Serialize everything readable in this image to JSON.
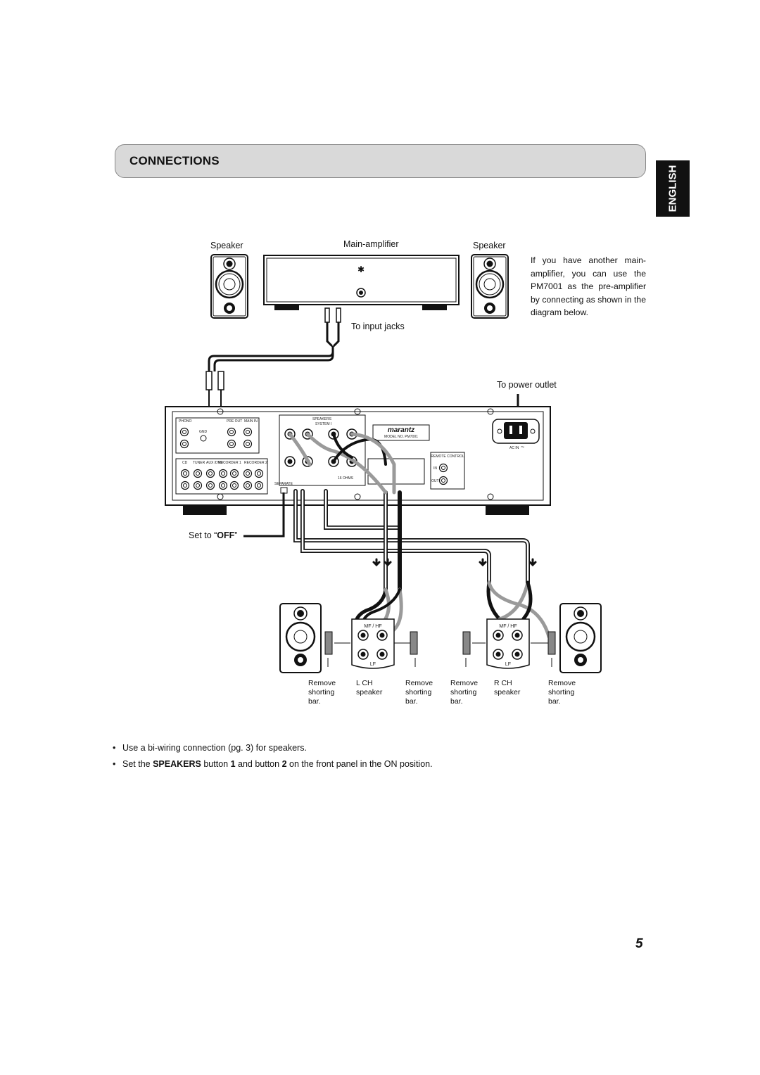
{
  "header": {
    "title": "CONNECTIONS",
    "language_tab": "ENGLISH"
  },
  "diagram": {
    "speaker_left_label": "Speaker",
    "main_amp_label": "Main-amplifier",
    "speaker_right_label": "Speaker",
    "input_jacks_label": "To input jacks",
    "power_outlet_label": "To power outlet",
    "set_to_prefix": "Set to “",
    "set_to_value": "OFF",
    "set_to_suffix": "”",
    "rear_panel": {
      "brand": "marantz",
      "model": "MODEL NO. PM7001",
      "ac_in": "AC IN",
      "speakers": "SPEAKERS",
      "system": "SYSTEM I",
      "phono": "PHONO",
      "gnd": "GND",
      "pre_out": "PRE OUT",
      "main_in": "MAIN IN",
      "cd": "CD",
      "tuner": "TUNER",
      "aux_dvd": "AUX /DVD",
      "recorder1": "RECORDER 1",
      "recorder2": "RECORDER 2",
      "in_label": "IN",
      "out_label": "OUT",
      "remote_control": "REMOTE CONTROL",
      "separate": "SEPARATE",
      "ohms": "16 OHMS"
    },
    "terminal_mfhf": "MF / HF",
    "terminal_lf": "LF",
    "left_remove_1": [
      "Remove",
      "shorting",
      "bar."
    ],
    "left_channel": [
      "L CH",
      "speaker"
    ],
    "left_remove_2": [
      "Remove",
      "shorting",
      "bar."
    ],
    "right_remove_1": [
      "Remove",
      "shorting",
      "bar."
    ],
    "right_channel": [
      "R CH",
      "speaker"
    ],
    "right_remove_2": [
      "Remove",
      "shorting",
      "bar."
    ]
  },
  "intro_text": "If you have another main-amplifier, you can use the PM7001 as the pre-amplifier by connecting as shown in the diagram below.",
  "bullets": [
    {
      "parts": [
        "Use a bi-wiring connection (pg. 3) for speakers."
      ]
    },
    {
      "parts": [
        "Set the ",
        "SPEAKERS",
        " button ",
        "1",
        " and button ",
        "2",
        " on the front panel in the ON position."
      ]
    }
  ],
  "page_number": "5"
}
